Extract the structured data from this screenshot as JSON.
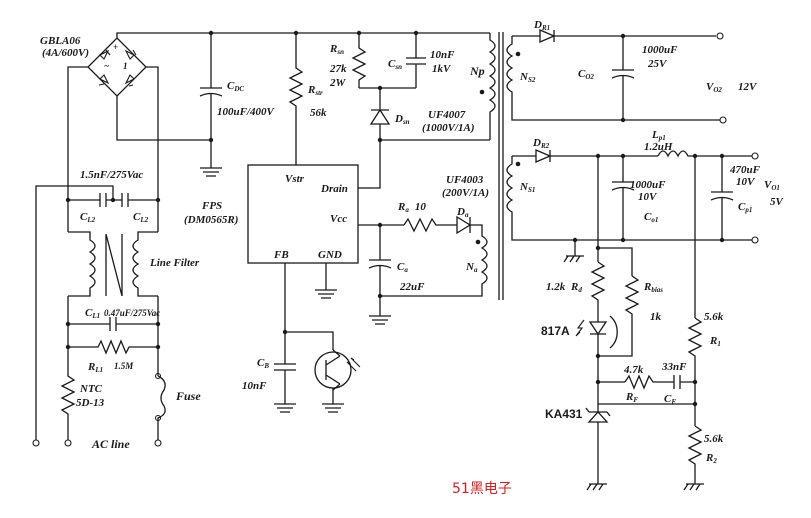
{
  "bridge": {
    "name": "GBLA06",
    "rating": "(4A/600V)"
  },
  "cdc": {
    "name": "C",
    "sub": "DC",
    "value": "100uF/400V"
  },
  "rsn": {
    "name": "R",
    "sub": "sn",
    "v1": "27k",
    "v2": "2W"
  },
  "csn": {
    "name": "C",
    "sub": "sn",
    "v1": "10nF",
    "v2": "1kV"
  },
  "np": "Np",
  "dsn": {
    "name": "D",
    "sub": "sn",
    "part": "UF4007",
    "rating": "(1000V/1A)"
  },
  "rstr": {
    "name": "R",
    "sub": "str",
    "value": "56k"
  },
  "fps": {
    "name": "FPS",
    "part": "(DM0565R)",
    "vstr": "Vstr",
    "drain": "Drain",
    "vcc": "Vcc",
    "fb": "FB",
    "gnd": "GND"
  },
  "ra": {
    "name": "R",
    "sub": "a",
    "value": "10"
  },
  "da": {
    "name": "D",
    "sub": "a",
    "part": "UF4003",
    "rating": "(200V/1A)"
  },
  "ca": {
    "name": "C",
    "sub": "a",
    "value": "22uF"
  },
  "na": {
    "name": "N",
    "sub": "a"
  },
  "cb": {
    "name": "C",
    "sub": "B",
    "value": "10nF"
  },
  "cy": {
    "value": "1.5nF/275Vac"
  },
  "cl2a": {
    "name": "C",
    "sub": "L2"
  },
  "cl2b": {
    "name": "C",
    "sub": "L2"
  },
  "line_filter": "Line Filter",
  "cl1": {
    "name": "C",
    "sub": "L1",
    "value": "0.47uF/275Vac"
  },
  "rl1": {
    "name": "R",
    "sub": "L1",
    "value": "1.5M"
  },
  "ntc": {
    "name": "NTC",
    "value": "5D-13"
  },
  "fuse": "Fuse",
  "ac_line": "AC line",
  "dr1": {
    "name": "D",
    "sub": "R1"
  },
  "ns2": {
    "name": "N",
    "sub": "S2"
  },
  "co2": {
    "name": "C",
    "sub": "O2",
    "v1": "1000uF",
    "v2": "25V"
  },
  "vo2": {
    "name": "V",
    "sub": "O2",
    "value": "12V"
  },
  "dr2": {
    "name": "D",
    "sub": "R2"
  },
  "ns1": {
    "name": "N",
    "sub": "S1"
  },
  "lp1": {
    "name": "L",
    "sub": "p1",
    "value": "1.2uH"
  },
  "co1": {
    "name": "C",
    "sub": "o1",
    "v1": "1000uF",
    "v2": "10V"
  },
  "cp1": {
    "name": "C",
    "sub": "p1",
    "v1": "470uF",
    "v2": "10V"
  },
  "vo1": {
    "name": "V",
    "sub": "O1",
    "value": "5V"
  },
  "rd": {
    "name": "R",
    "sub": "d",
    "value": "1.2k"
  },
  "rbias": {
    "name": "R",
    "sub": "bias",
    "value": "1k"
  },
  "opto": "817A",
  "r1": {
    "name": "R",
    "sub": "1",
    "value": "5.6k"
  },
  "rf": {
    "name": "R",
    "sub": "F",
    "value": "4.7k"
  },
  "cf": {
    "name": "C",
    "sub": "F",
    "value": "33nF"
  },
  "tl431": "KA431",
  "r2": {
    "name": "R",
    "sub": "2",
    "value": "5.6k"
  },
  "watermark": "51黑电子",
  "colors": {
    "ink": "#1a1a1a",
    "watermark": "#d81e1e"
  }
}
